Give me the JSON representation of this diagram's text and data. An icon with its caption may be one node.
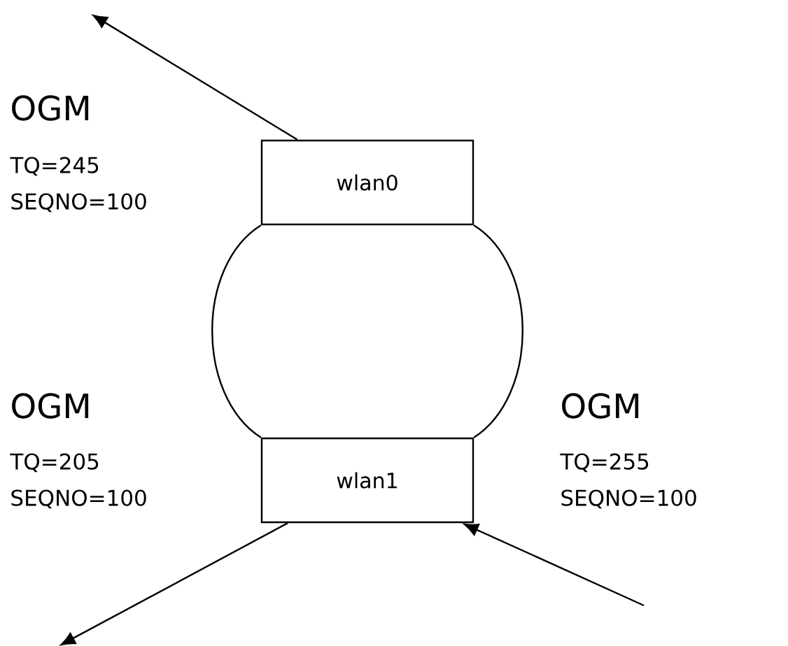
{
  "diagram": {
    "nodes": [
      {
        "text": [
          "wlan0"
        ]
      },
      {
        "text": [
          "wlan1"
        ]
      }
    ],
    "edges": [
      {
        "from": 0,
        "to": 1,
        "arrow": "none"
      },
      {
        "from": 0,
        "to": 1,
        "arrow": "none"
      },
      {
        "from": 0,
        "to": null,
        "arrow": "to"
      },
      {
        "from": 1,
        "to": null,
        "arrow": "to"
      },
      {
        "from": null,
        "to": 1,
        "arrow": "to"
      }
    ],
    "labels": [
      "OGM",
      "TQ=245",
      "SEQNO=100",
      "OGM",
      "TQ=205",
      "SEQNO=100",
      "OGM",
      "TQ=255",
      "SEQNO=100"
    ]
  }
}
